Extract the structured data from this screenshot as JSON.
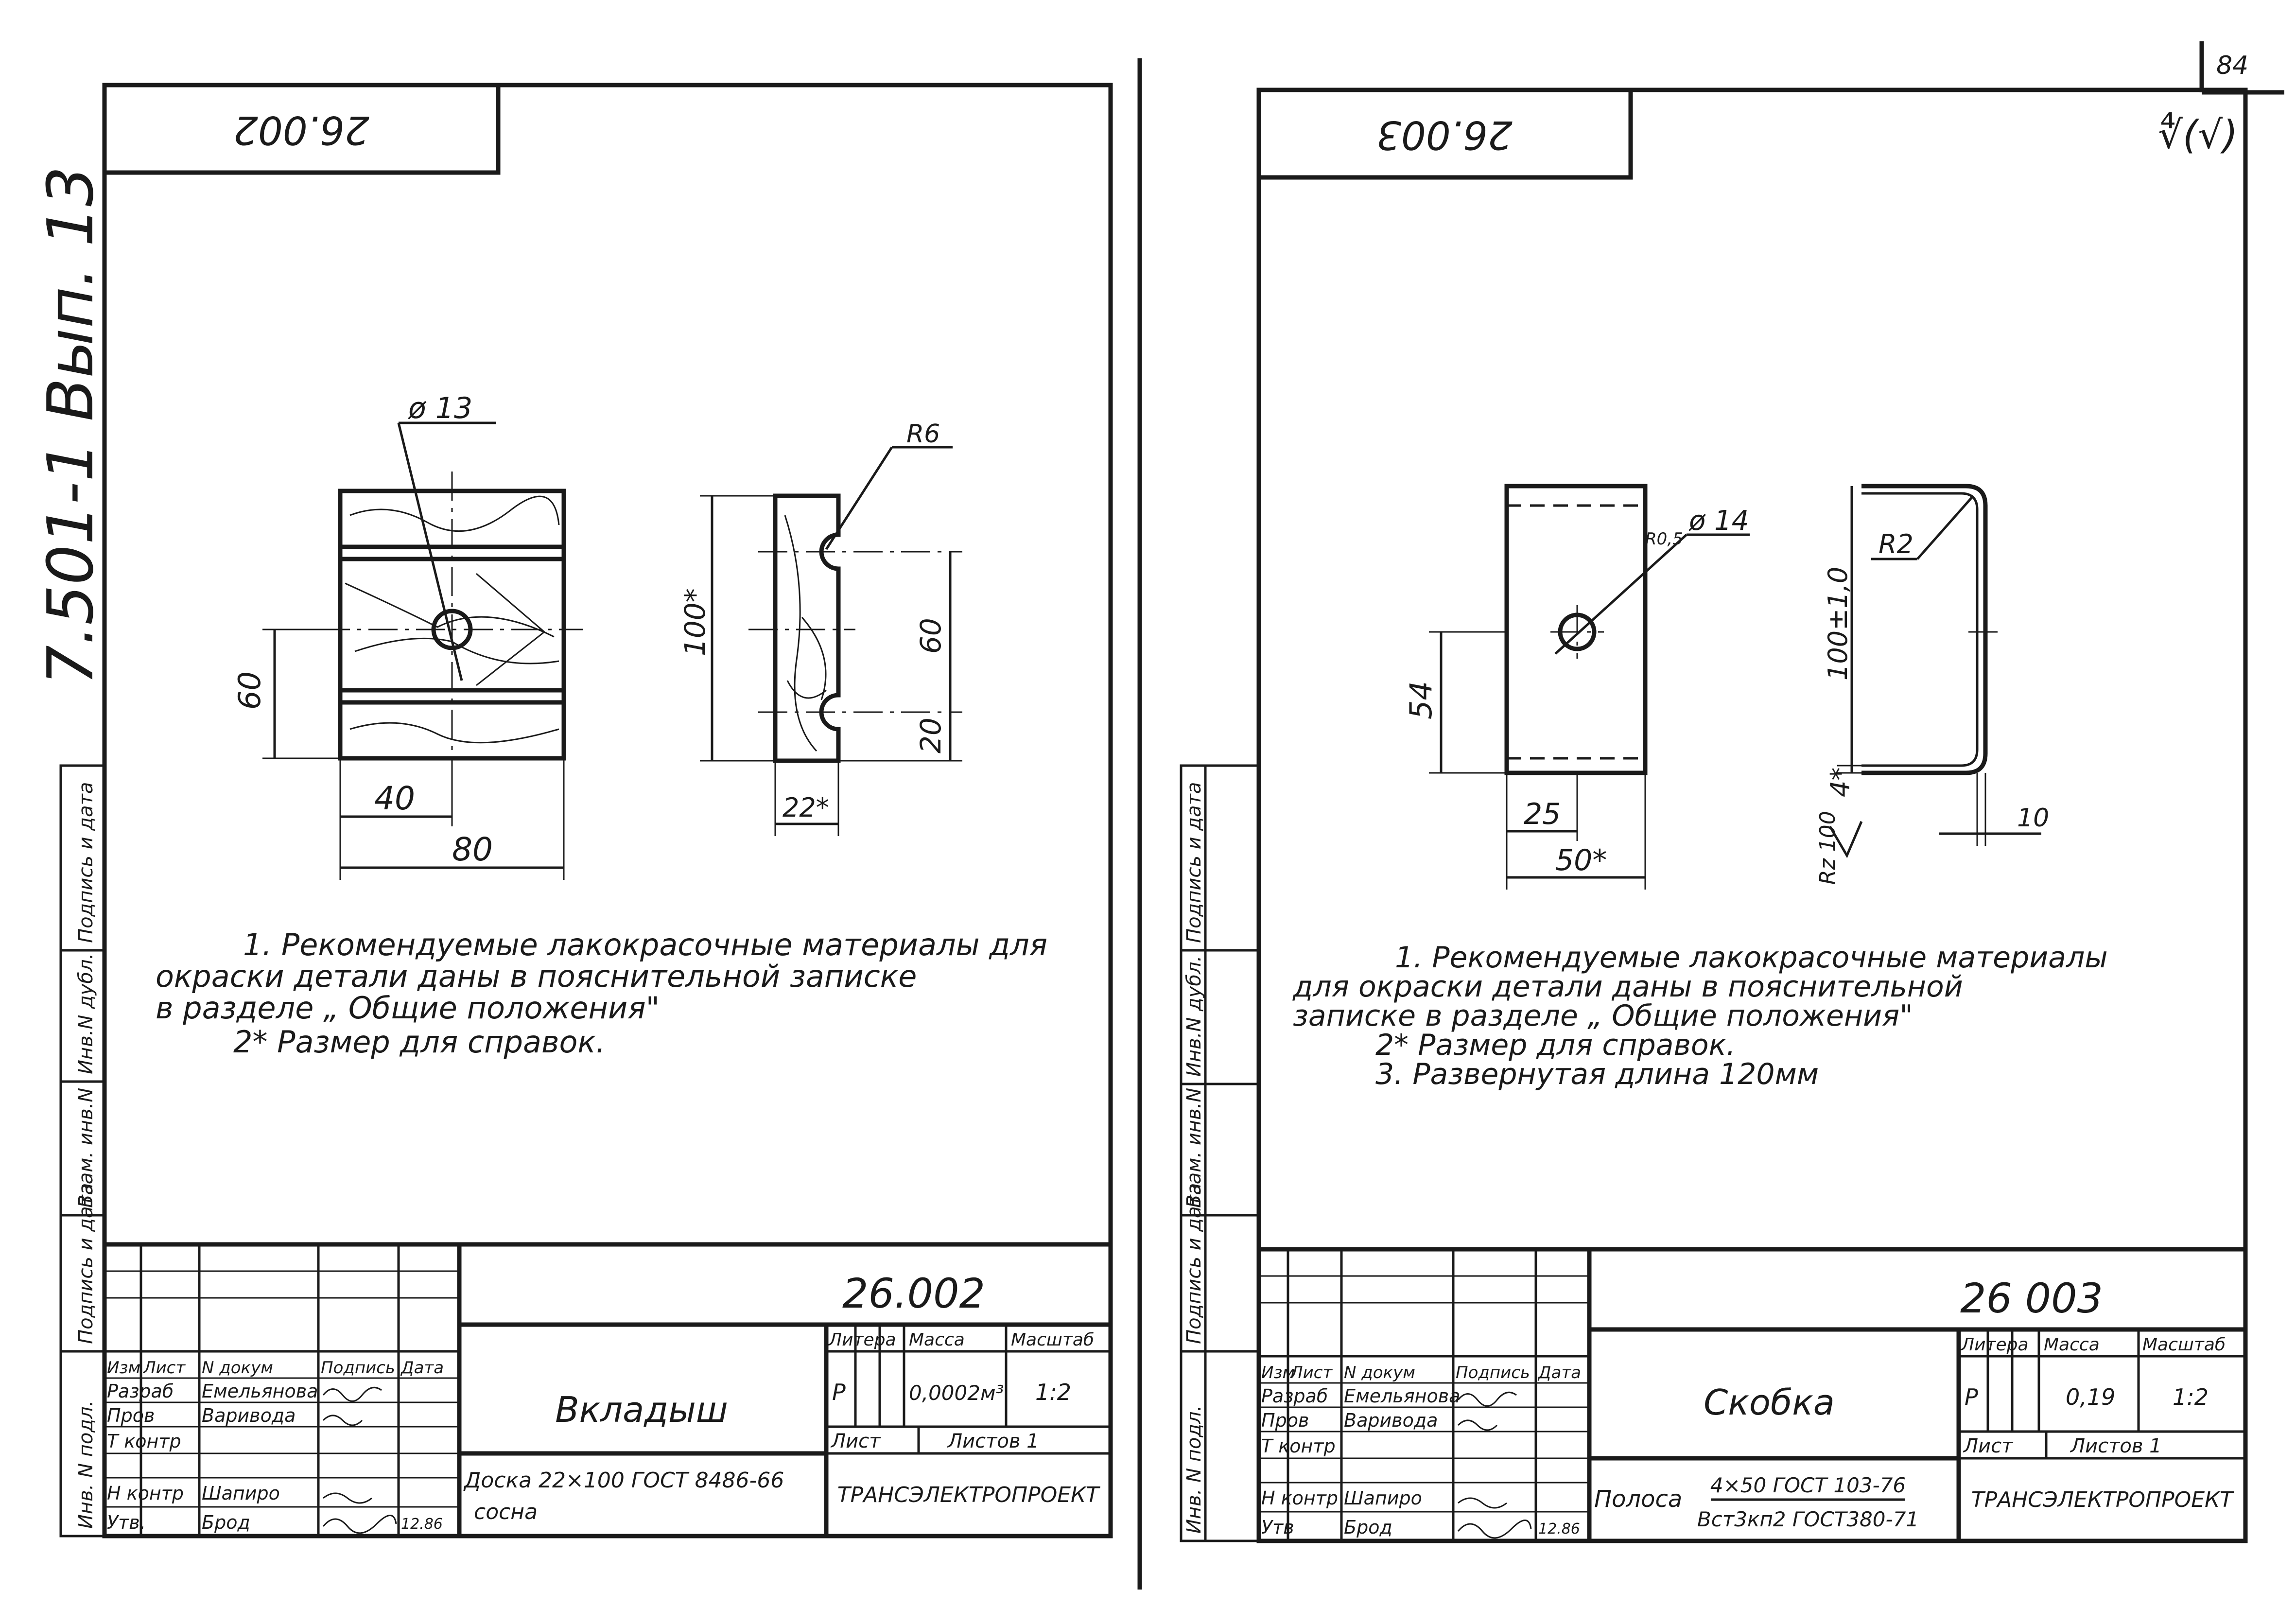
{
  "page": {
    "sheet_number": "84",
    "series_label": "7.501-1  Вып. 13"
  },
  "side_strip": {
    "left": [
      "Инв. N подл.",
      "Подпись и дата",
      "Взам. инв.N",
      "Инв.N дубл.",
      "Подпись и дата"
    ],
    "right": [
      "Инв. N подл.",
      "Подпись и дата",
      "Взам. инв.N",
      "Инв.N дубл.",
      "Подпись и дата"
    ]
  },
  "sheets": [
    {
      "stamp_top": "26.002",
      "drawing_number": "26.002",
      "dims": {
        "dia": "ø 13",
        "radius": "R6",
        "h_left": "60",
        "w_40": "40",
        "w_80": "80",
        "h_100": "100*",
        "h_60": "60",
        "h_20": "20",
        "t_22": "22*"
      },
      "notes": [
        "1. Рекомендуемые лакокрасочные материалы для",
        "окраски детали даны в пояснительной записке",
        "в разделе „ Общие положения\"",
        "2* Размер для справок."
      ],
      "title_block": {
        "col_headers": [
          "Изм",
          "Лист",
          "N докум",
          "Подпись",
          "Дата"
        ],
        "rows": [
          {
            "role": "Разраб",
            "name": "Емельянова"
          },
          {
            "role": "Пров",
            "name": "Варивода"
          },
          {
            "role": "Т контр",
            "name": ""
          },
          {
            "role": "",
            "name": ""
          },
          {
            "role": "Н контр",
            "name": "Шапиро"
          },
          {
            "role": "Утв.",
            "name": "Брод",
            "date": "12.86"
          }
        ],
        "part_name": "Вкладыш",
        "material_line1": "Доска 22×100 ГОСТ 8486-66",
        "material_line2": "сосна",
        "material_frac_top": "",
        "material_frac_bottom": "",
        "litera_label": "Литера",
        "mass_label": "Масса",
        "scale_label": "Масштаб",
        "litera": "Р",
        "mass": "0,0002м³",
        "scale": "1:2",
        "sheet_label": "Лист",
        "sheets_label": "Листов 1",
        "org": "ТРАНСЭЛЕКТРОПРОЕКТ"
      }
    },
    {
      "stamp_top": "26.003",
      "surface_mark": "∜(√)",
      "drawing_number": "26 003",
      "dims": {
        "dia": "ø 14",
        "r_small": "R0,5",
        "h_54": "54",
        "w_25": "25",
        "w_50": "50*",
        "radius": "R2",
        "h_100": "100±1,0",
        "h_4": "4*",
        "w_10": "10",
        "rough": "Rz 100"
      },
      "notes": [
        "1. Рекомендуемые лакокрасочные материалы",
        "для окраски детали даны в пояснительной",
        "записке в разделе „ Общие положения\"",
        "2* Размер для справок.",
        "3. Развернутая длина 120мм"
      ],
      "title_block": {
        "col_headers": [
          "Изм",
          "Лист",
          "N докум",
          "Подпись",
          "Дата"
        ],
        "rows": [
          {
            "role": "Разраб",
            "name": "Емельянова"
          },
          {
            "role": "Пров",
            "name": "Варивода"
          },
          {
            "role": "Т контр",
            "name": ""
          },
          {
            "role": "",
            "name": ""
          },
          {
            "role": "Н контр",
            "name": "Шапиро"
          },
          {
            "role": "Утв",
            "name": "Брод",
            "date": "12.86"
          }
        ],
        "part_name": "Скобка",
        "material_line1": "Полоса",
        "material_line2": "",
        "material_frac_top": "4×50 ГОСТ 103-76",
        "material_frac_bottom": "Вст3кп2 ГОСТ380-71",
        "litera_label": "Литера",
        "mass_label": "Масса",
        "scale_label": "Масштаб",
        "litera": "Р",
        "mass": "0,19",
        "scale": "1:2",
        "sheet_label": "Лист",
        "sheets_label": "Листов 1",
        "org": "ТРАНСЭЛЕКТРОПРОЕКТ"
      }
    }
  ]
}
